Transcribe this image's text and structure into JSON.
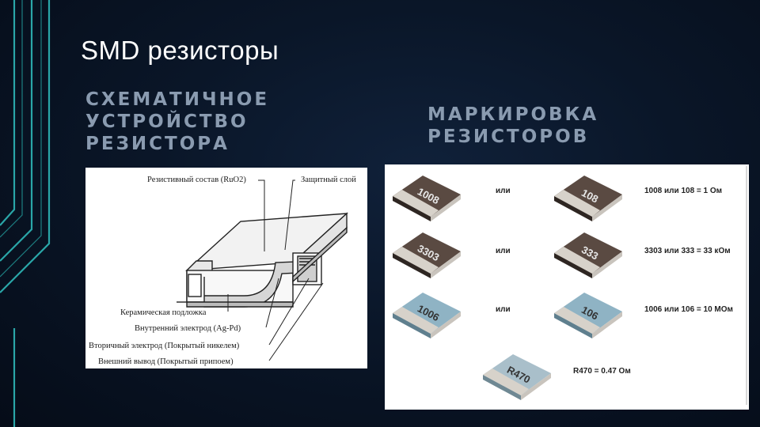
{
  "slide": {
    "title": "SMD резисторы",
    "left_heading": [
      "СХЕМАТИЧНОЕ",
      "УСТРОЙСТВО",
      "РЕЗИСТОРА"
    ],
    "right_heading": [
      "МАРКИРОВКА",
      "РЕЗИСТОРОВ"
    ],
    "accent_color": "#2aa6a8"
  },
  "diagram": {
    "labels": {
      "resistive": "Резистивный состав (RuO2)",
      "protective": "Защитный слой",
      "ceramic": "Керамическая подложка",
      "inner": "Внутренний электрод (Ag-Pd)",
      "secondary": "Вторичный электрод (Покрытый никелем)",
      "outer": "Внешний вывод (Покрытый припоем)"
    }
  },
  "marking": {
    "rows": [
      {
        "chip_a": "1008",
        "or": "или",
        "chip_b": "108",
        "result": "1008 или 108 = 1 Ом"
      },
      {
        "chip_a": "3303",
        "or": "или",
        "chip_b": "333",
        "result": "3303 или 333 = 33 кОм"
      },
      {
        "chip_a": "1006",
        "or": "или",
        "chip_b": "106",
        "result": "1006 или 106 = 10 МОм"
      }
    ],
    "last": {
      "chip": "R470",
      "result": "R470 = 0.47 Ом"
    }
  }
}
